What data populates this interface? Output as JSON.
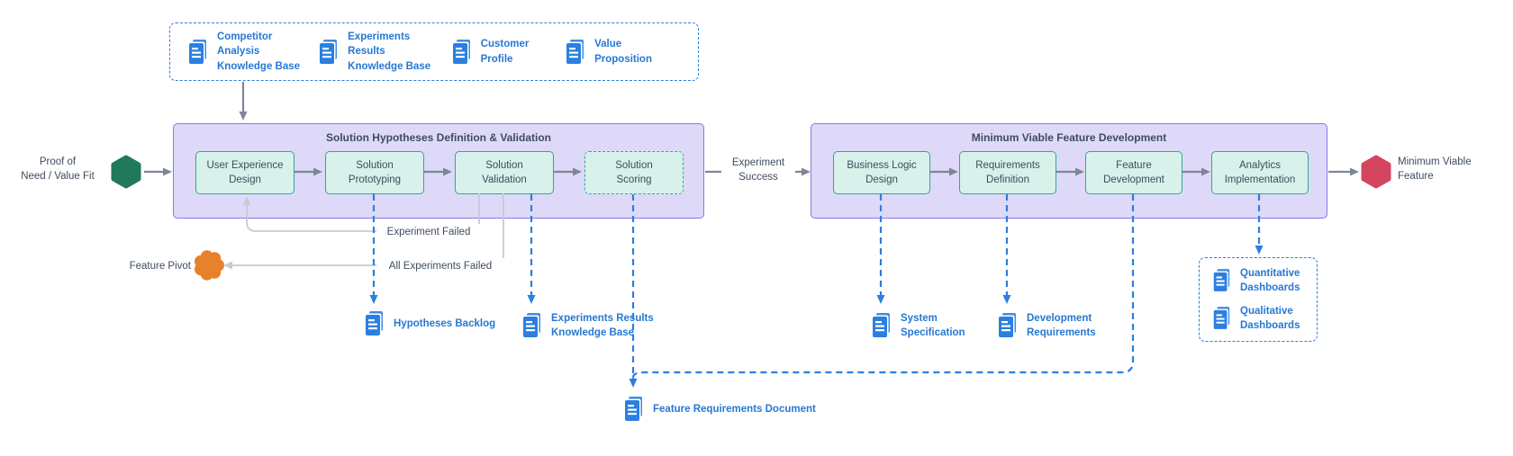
{
  "diagram": {
    "inputs_panel": {
      "items": [
        "Competitor Analysis\nKnowledge Base",
        "Experiments Results\nKnowledge Base",
        "Customer Profile",
        "Value Proposition"
      ]
    },
    "start": {
      "label": "Proof of\nNeed / Value Fit"
    },
    "stage1": {
      "title": "Solution Hypotheses Definition & Validation",
      "steps": [
        "User Experience\nDesign",
        "Solution\nPrototyping",
        "Solution\nValidation",
        "Solution\nScoring"
      ]
    },
    "transition": {
      "label": "Experiment\nSuccess"
    },
    "stage2": {
      "title": "Minimum Viable Feature Development",
      "steps": [
        "Business Logic\nDesign",
        "Requirements\nDefinition",
        "Feature\nDevelopment",
        "Analytics\nImplementation"
      ]
    },
    "end": {
      "label": "Minimum Viable\nFeature"
    },
    "feedback": {
      "experiment_failed": "Experiment Failed",
      "all_experiments_failed": "All Experiments Failed",
      "feature_pivot": "Feature Pivot"
    },
    "outputs": {
      "hypotheses_backlog": "Hypotheses Backlog",
      "experiments_results_kb": "Experiments Results\nKnowledge Base",
      "system_specification": "System\nSpecification",
      "development_requirements": "Development\nRequirements",
      "feature_requirements_document": "Feature Requirements Document",
      "dashboards": [
        "Quantitative\nDashboards",
        "Qualitative\nDashboards"
      ]
    },
    "colors": {
      "accent_blue": "#2b7fe0",
      "purple_border": "#8b74e6",
      "purple_fill": "#ded9f9",
      "teal_border": "#2fa893",
      "teal_fill": "#d8f1ea",
      "green_hexagon": "#20795c",
      "red_hexagon": "#d64560",
      "orange_pivot": "#e8812c",
      "dark_text": "#3e4c5e",
      "gray_arrow": "#7d8795",
      "loop_gray": "#c5cbd4"
    }
  }
}
